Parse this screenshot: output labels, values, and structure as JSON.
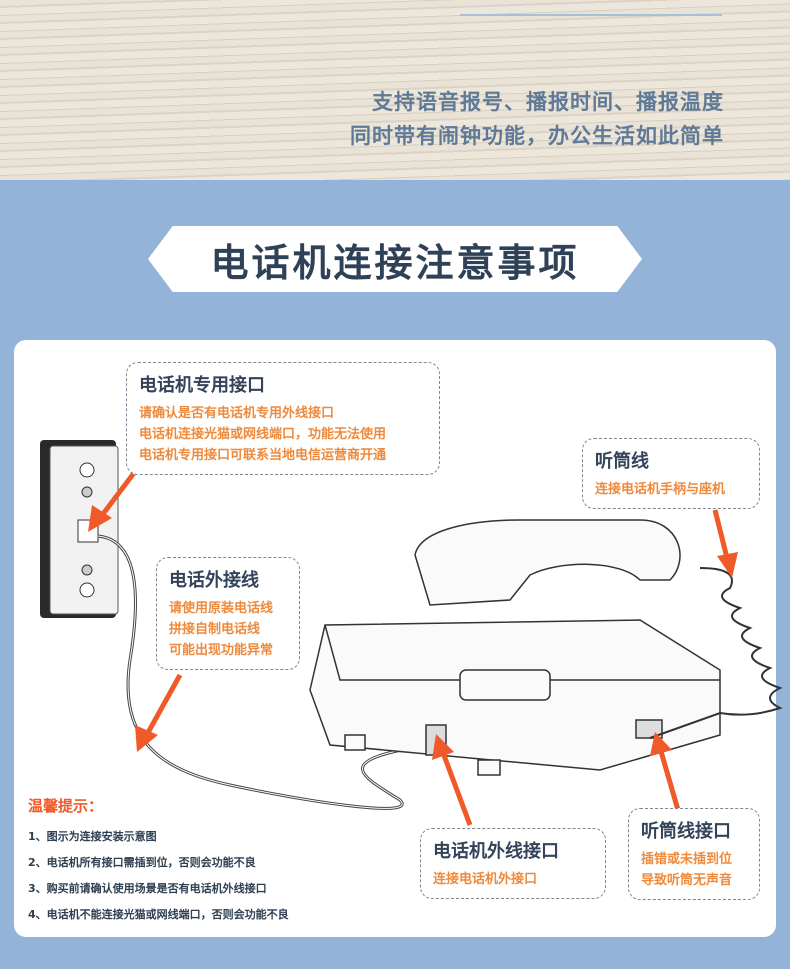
{
  "header": {
    "slogan_line1": "支持语音报号、播报时间、播报温度",
    "slogan_line2": "同时带有闹钟功能，办公生活如此简单"
  },
  "title": "电话机连接注意事项",
  "callouts": {
    "wall_port": {
      "title": "电话机专用接口",
      "lines": [
        "请确认是否有电话机专用外线接口",
        "电话机连接光猫或网线端口，功能无法使用",
        "电话机专用接口可联系当地电信运营商开通"
      ]
    },
    "external_line": {
      "title": "电话外接线",
      "lines": [
        "请使用原装电话线",
        "拼接自制电话线",
        "可能出现功能异常"
      ]
    },
    "handset_cord": {
      "title": "听筒线",
      "lines": [
        "连接电话机手柄与座机"
      ]
    },
    "phone_line_port": {
      "title": "电话机外线接口",
      "lines": [
        "连接电话机外接口"
      ]
    },
    "handset_port": {
      "title": "听筒线接口",
      "lines": [
        "插错或未插到位",
        "导致听筒无声音"
      ]
    }
  },
  "tips": {
    "title": "温馨提示：",
    "items": [
      "1、图示为连接安装示意图",
      "2、电话机所有接口需插到位，否则会功能不良",
      "3、购买前请确认使用场景是否有电话机外线接口",
      "4、电话机不能连接光猫或网线端口，否则会功能不良"
    ]
  },
  "colors": {
    "accent": "#ee8a3c",
    "arrow": "#f05a28",
    "heading": "#2f4157",
    "background": "#93b3d8"
  }
}
